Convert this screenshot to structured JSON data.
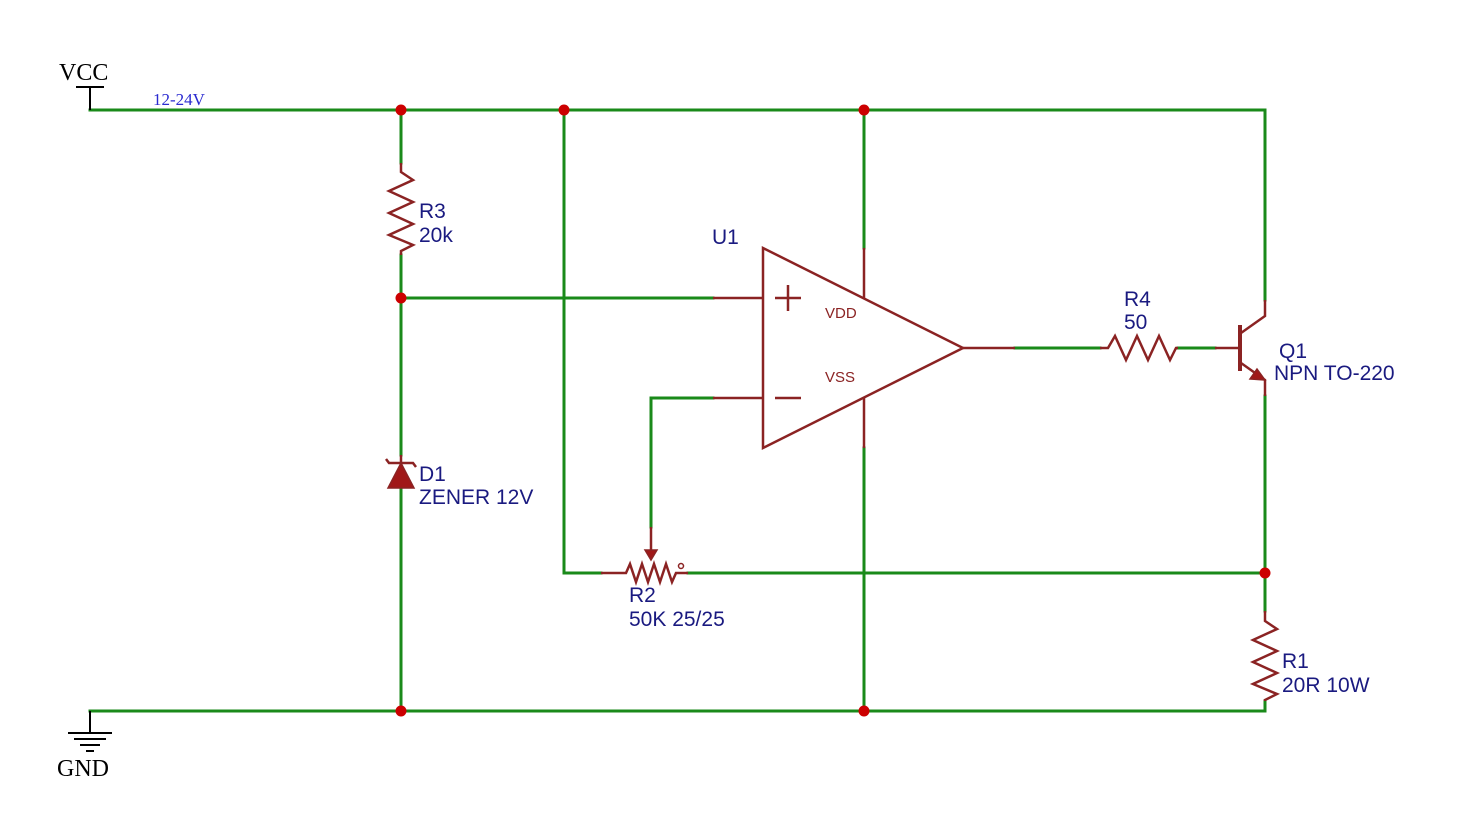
{
  "power": {
    "vcc_label": "VCC",
    "gnd_label": "GND",
    "net_label": "12-24V"
  },
  "components": {
    "r3": {
      "ref": "R3",
      "value": "20k"
    },
    "d1": {
      "ref": "D1",
      "value": "ZENER 12V"
    },
    "u1": {
      "ref": "U1",
      "pin_vdd": "VDD",
      "pin_vss": "VSS",
      "plus": "+",
      "minus": "−"
    },
    "r4": {
      "ref": "R4",
      "value": "50"
    },
    "q1": {
      "ref": "Q1",
      "value": "NPN TO-220"
    },
    "r2": {
      "ref": "R2",
      "value": "50K 25/25"
    },
    "r1": {
      "ref": "R1",
      "value": "20R 10W"
    }
  },
  "colors": {
    "wire": "#1a8a1a",
    "symbol": "#8b2323",
    "junction": "#cc0000",
    "ref_text": "#1a1a80",
    "net_text": "#2a2ad0"
  }
}
